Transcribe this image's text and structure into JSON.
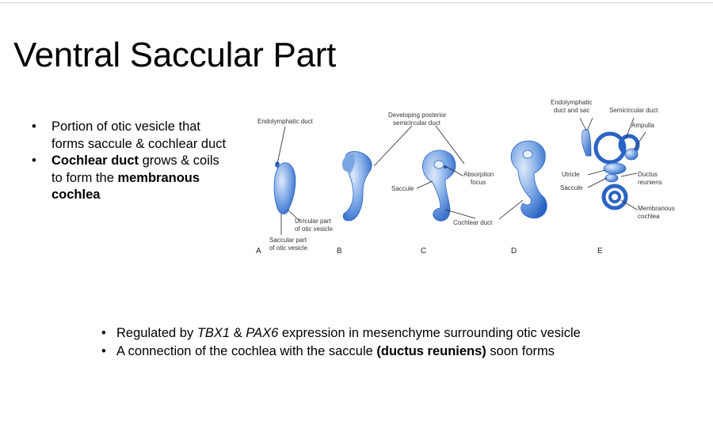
{
  "slide": {
    "title": "Ventral Saccular Part",
    "left_bullets": [
      {
        "text": "Portion of otic vesicle that forms saccule & cochlear duct"
      },
      {
        "bold": "Cochlear duct",
        "text_a": " grows & coils to form the ",
        "bold2": "membranous cochlea"
      }
    ],
    "bottom_bullets": [
      {
        "t1": "Regulated by ",
        "i1": "TBX1",
        "t2": " & ",
        "i2": "PAX6",
        "t3": " expression in mesenchyme surrounding otic vesicle"
      },
      {
        "t1": "A connection of the cochlea with the saccule ",
        "b1": "(ductus reuniens)",
        "t2": " soon forms"
      }
    ]
  },
  "figure": {
    "panel_letters": [
      "A",
      "B",
      "C",
      "D",
      "E"
    ],
    "labels": {
      "endolymphatic_duct": "Endolymphatic duct",
      "utricular_1": "Utricular part",
      "utricular_2": "of otic vesicle",
      "saccular_1": "Saccular part",
      "saccular_2": "of otic vesicle",
      "dev_post_1": "Developing posterior",
      "dev_post_2": "semicircular duct",
      "absorption_1": "Absorption",
      "absorption_2": "focus",
      "saccule": "Saccule",
      "cochlear_duct": "Cochlear duct",
      "endo_sac_1": "Endolymphatic",
      "endo_sac_2": "duct and sac",
      "semicircular_duct": "Semicircular duct",
      "ampulla": "Ampulla",
      "utricle": "Utricle",
      "saccule_e": "Saccule",
      "ductus_1": "Ductus",
      "ductus_2": "reuniens",
      "membranous_1": "Membranous",
      "membranous_2": "cochlea"
    }
  },
  "colors": {
    "structure_dark": "#2a64c4",
    "structure_light": "#c9dcf6"
  }
}
